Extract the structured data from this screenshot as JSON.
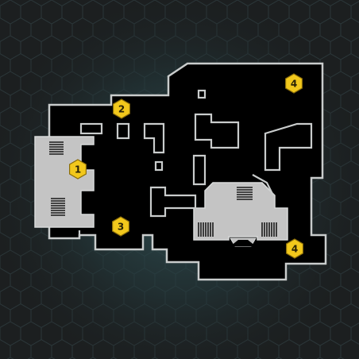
{
  "colors": {
    "background": "#1c1f20",
    "background_glow": "#2c4448",
    "hex_line": "#2a3638",
    "floor": "#000000",
    "wall": "#c9cccc",
    "raised_floor": "#c4c4c4",
    "stairs": "#1a1a1a",
    "marker_fill": "#f2c81c",
    "marker_stroke": "#8a6d0a",
    "marker_text": "#2a2306"
  },
  "icons": {
    "zone_marker": "hexagon-badge-icon",
    "stairs": "stairs-icon"
  },
  "markers": [
    {
      "id": "marker-1",
      "label": "1"
    },
    {
      "id": "marker-2",
      "label": "2"
    },
    {
      "id": "marker-3",
      "label": "3"
    },
    {
      "id": "marker-4-top",
      "label": "4"
    },
    {
      "id": "marker-4-bottom",
      "label": "4"
    }
  ]
}
